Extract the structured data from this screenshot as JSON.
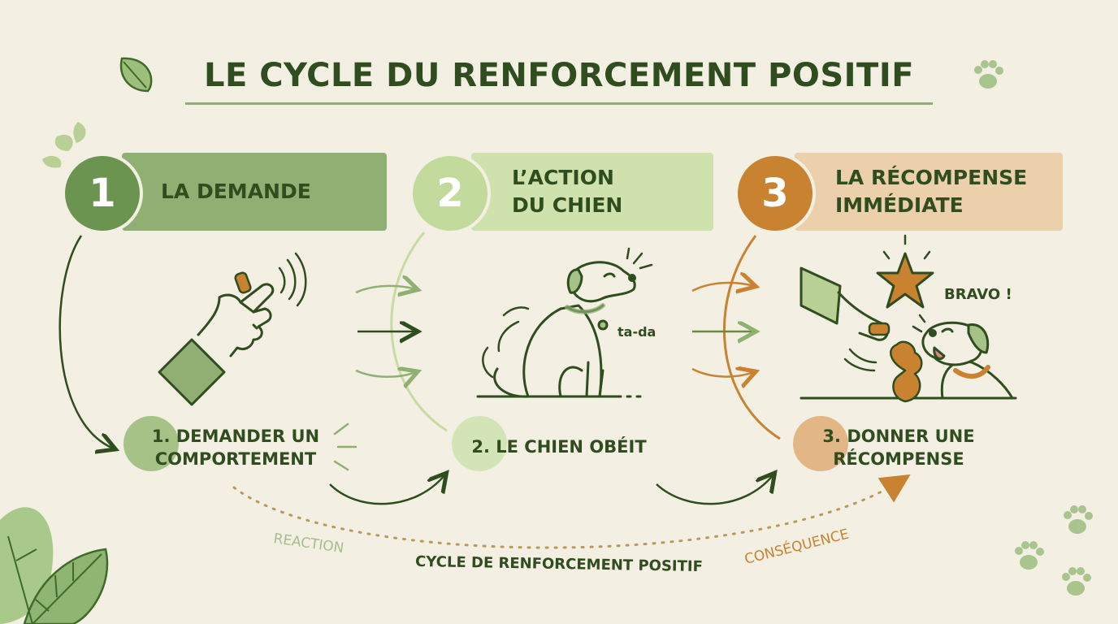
{
  "title": "LE CYCLE DU RENFORCEMENT POSITIF",
  "colors": {
    "background": "#f3efe3",
    "dark_green": "#2f4d1e",
    "mid_green": "#7a9e5c",
    "light_green": "#c6dca2",
    "orange": "#c9822f",
    "peach": "#e9c8a4"
  },
  "steps": [
    {
      "number": "1",
      "banner": "LA DEMANDE",
      "label": "1. DEMANDER UN\nCOMPORTEMENT"
    },
    {
      "number": "2",
      "banner": "L’ACTION\nDU CHIEN",
      "label": "2. LE CHIEN OBÉIT"
    },
    {
      "number": "3",
      "banner": "LA RÉCOMPENSE\nIMMÉDIATE",
      "label": "3. DONNER UNE\nRÉCOMPENSE"
    }
  ],
  "annotations": {
    "tada": "ta-da",
    "bravo": "BRAVO !"
  },
  "cycle": {
    "reaction": "REACTION",
    "caption": "CYCLE DE RENFORCEMENT POSITIF",
    "consequence": "CONSÉQUENCE"
  },
  "icons": [
    "leaf-icon",
    "paw-print-icon",
    "hand-with-treat-icon",
    "sitting-dog-icon",
    "star-icon",
    "happy-dog-icon"
  ]
}
